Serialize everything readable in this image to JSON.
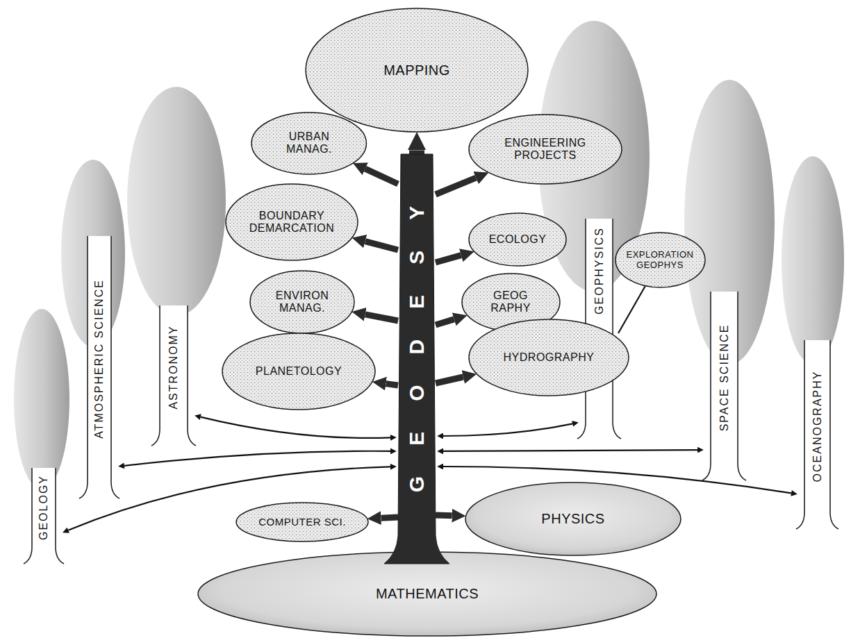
{
  "diagram": {
    "nodes": [
      {
        "text": [
          "MAPPING"
        ]
      },
      {
        "text": [
          "URBAN MANAG."
        ]
      },
      {
        "text": [
          "ENGINEERING PROJECTS"
        ]
      },
      {
        "text": [
          "BOUNDARY DEMARCATION"
        ]
      },
      {
        "text": [
          "ECOLOGY"
        ]
      },
      {
        "text": [
          "EXPLORATION GEOPHYS"
        ]
      },
      {
        "text": [
          "ENVIRON MANAG."
        ]
      },
      {
        "text": [
          "GEOG RAPHY"
        ]
      },
      {
        "text": [
          "PLANETOLOGY"
        ]
      },
      {
        "text": [
          "HYDROGRAPHY"
        ]
      },
      {
        "text": [
          "GEOPHYSICS"
        ]
      },
      {
        "text": [
          "ASTRONOMY"
        ]
      },
      {
        "text": [
          "ATMOSPHERIC SCIENCE"
        ]
      },
      {
        "text": [
          "SPACE SCIENCE"
        ]
      },
      {
        "text": [
          "GEOLOGY"
        ]
      },
      {
        "text": [
          "OCEANOGRAPHY"
        ]
      },
      {
        "text": [
          "GEODESY"
        ]
      },
      {
        "text": [
          "COMPUTER SCI."
        ]
      },
      {
        "text": [
          "PHYSICS"
        ]
      },
      {
        "text": [
          "MATHEMATICS"
        ]
      }
    ],
    "edges": [
      {
        "from": 16,
        "to": 0,
        "arrow": "to"
      },
      {
        "from": 16,
        "to": 1,
        "arrow": "to"
      },
      {
        "from": 16,
        "to": 2,
        "arrow": "to"
      },
      {
        "from": 16,
        "to": 3,
        "arrow": "to"
      },
      {
        "from": 16,
        "to": 4,
        "arrow": "to"
      },
      {
        "from": 16,
        "to": 6,
        "arrow": "to"
      },
      {
        "from": 16,
        "to": 7,
        "arrow": "to"
      },
      {
        "from": 16,
        "to": 8,
        "arrow": "to"
      },
      {
        "from": 16,
        "to": 9,
        "arrow": "to"
      },
      {
        "from": 16,
        "to": 17,
        "arrow": "to"
      },
      {
        "from": 16,
        "to": 18,
        "arrow": "to"
      },
      {
        "from": 16,
        "to": 11,
        "arrow": "both"
      },
      {
        "from": 16,
        "to": 10,
        "arrow": "both"
      },
      {
        "from": 16,
        "to": 12,
        "arrow": "both"
      },
      {
        "from": 16,
        "to": 13,
        "arrow": "both"
      },
      {
        "from": 16,
        "to": 14,
        "arrow": "both"
      },
      {
        "from": 16,
        "to": 15,
        "arrow": "both"
      },
      {
        "from": 10,
        "to": 5,
        "arrow": "none"
      }
    ]
  }
}
